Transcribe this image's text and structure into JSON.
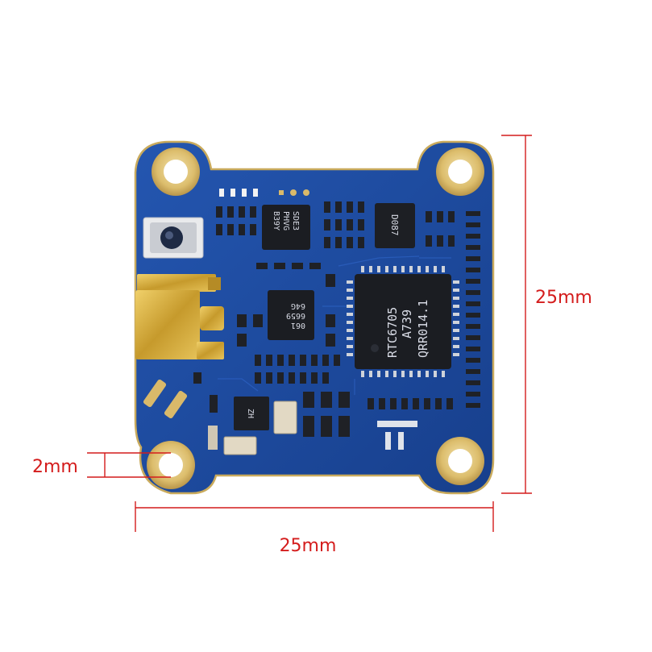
{
  "dimensions": {
    "width_label": "25mm",
    "height_label": "25mm",
    "hole_label": "2mm"
  },
  "chips": {
    "main": [
      "RTC6705",
      "A739",
      "QRR014.1"
    ],
    "top_small": [
      "SDE3",
      "PHVG",
      "B39Y"
    ],
    "mid_small": [
      "061",
      "6659",
      "64G"
    ],
    "top_right": "D087",
    "bottom_left": "ZH"
  },
  "colors": {
    "board": "#1d4a9e",
    "gold": "#d9b96a",
    "dimension_line": "#d41c1c"
  }
}
